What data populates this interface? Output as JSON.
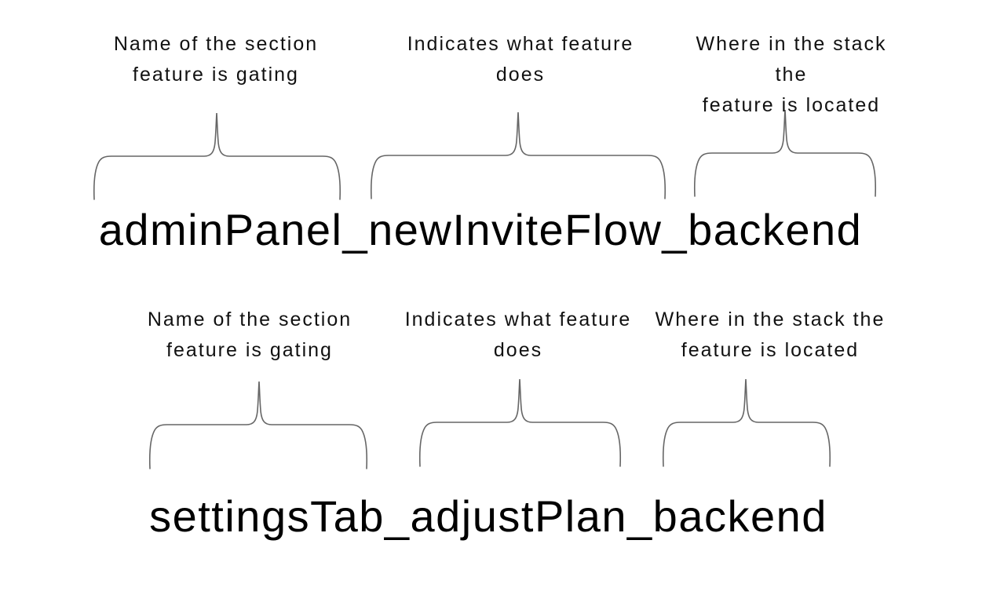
{
  "groups": [
    {
      "flag_name": "adminPanel_newInviteFlow_backend",
      "annotations": [
        {
          "label": "Name of the section\nfeature is gating"
        },
        {
          "label": "Indicates what feature\ndoes"
        },
        {
          "label": "Where in the stack the\nfeature is located"
        }
      ]
    },
    {
      "flag_name": "settingsTab_adjustPlan_backend",
      "annotations": [
        {
          "label": "Name of the section\nfeature is gating"
        },
        {
          "label": "Indicates what feature\ndoes"
        },
        {
          "label": "Where in the stack the\nfeature is located"
        }
      ]
    }
  ],
  "brace_color": "#666666"
}
